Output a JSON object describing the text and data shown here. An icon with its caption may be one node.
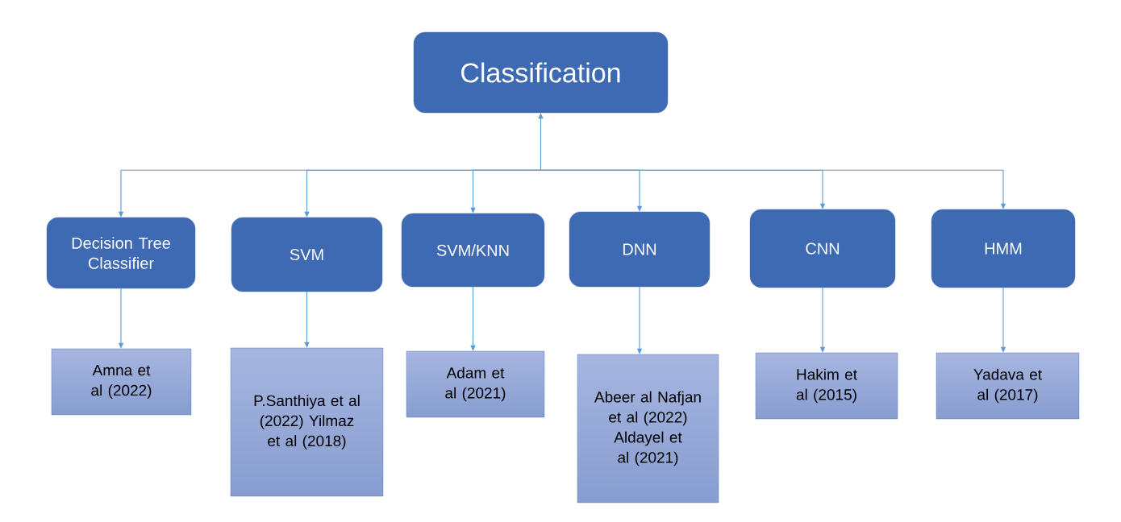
{
  "diagram": {
    "nodes": [
      {
        "text": [
          "Classification"
        ]
      },
      {
        "text": [
          "Decision Tree Classifier"
        ]
      },
      {
        "text": [
          "SVM"
        ]
      },
      {
        "text": [
          "SVM/KNN"
        ]
      },
      {
        "text": [
          "DNN"
        ]
      },
      {
        "text": [
          "CNN"
        ]
      },
      {
        "text": [
          "HMM"
        ]
      },
      {
        "text": [
          "Amna et al (2022)"
        ]
      },
      {
        "text": [
          "P.Santhiya et al (2022) Yilmaz et al (2018)"
        ]
      },
      {
        "text": [
          "Adam et al (2021)"
        ]
      },
      {
        "text": [
          "Abeer al Nafjan et al (2022) Aldayel et al (2021)"
        ]
      },
      {
        "text": [
          "Hakim et al (2015)"
        ]
      },
      {
        "text": [
          "Yadava et al (2017)"
        ]
      }
    ],
    "edges": [
      {
        "from": 0,
        "to": 1,
        "arrow": "both"
      },
      {
        "from": 0,
        "to": 2,
        "arrow": "both"
      },
      {
        "from": 0,
        "to": 3,
        "arrow": "both"
      },
      {
        "from": 0,
        "to": 4,
        "arrow": "both"
      },
      {
        "from": 0,
        "to": 5,
        "arrow": "both"
      },
      {
        "from": 0,
        "to": 6,
        "arrow": "both"
      },
      {
        "from": 1,
        "to": 7,
        "arrow": "to"
      },
      {
        "from": 2,
        "to": 8,
        "arrow": "to"
      },
      {
        "from": 3,
        "to": 9,
        "arrow": "to"
      },
      {
        "from": 4,
        "to": 10,
        "arrow": "to"
      },
      {
        "from": 5,
        "to": 11,
        "arrow": "to"
      },
      {
        "from": 6,
        "to": 12,
        "arrow": "to"
      }
    ]
  }
}
